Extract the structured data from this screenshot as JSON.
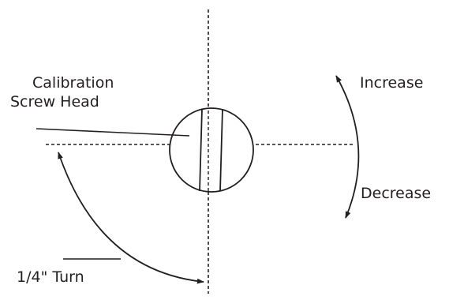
{
  "labels": {
    "calibration_line1": "Calibration",
    "calibration_line2": "Screw Head",
    "increase": "Increase",
    "decrease": "Decrease",
    "quarter_turn": "1/4\" Turn"
  },
  "colors": {
    "ink": "#231f20",
    "background": "#ffffff"
  }
}
